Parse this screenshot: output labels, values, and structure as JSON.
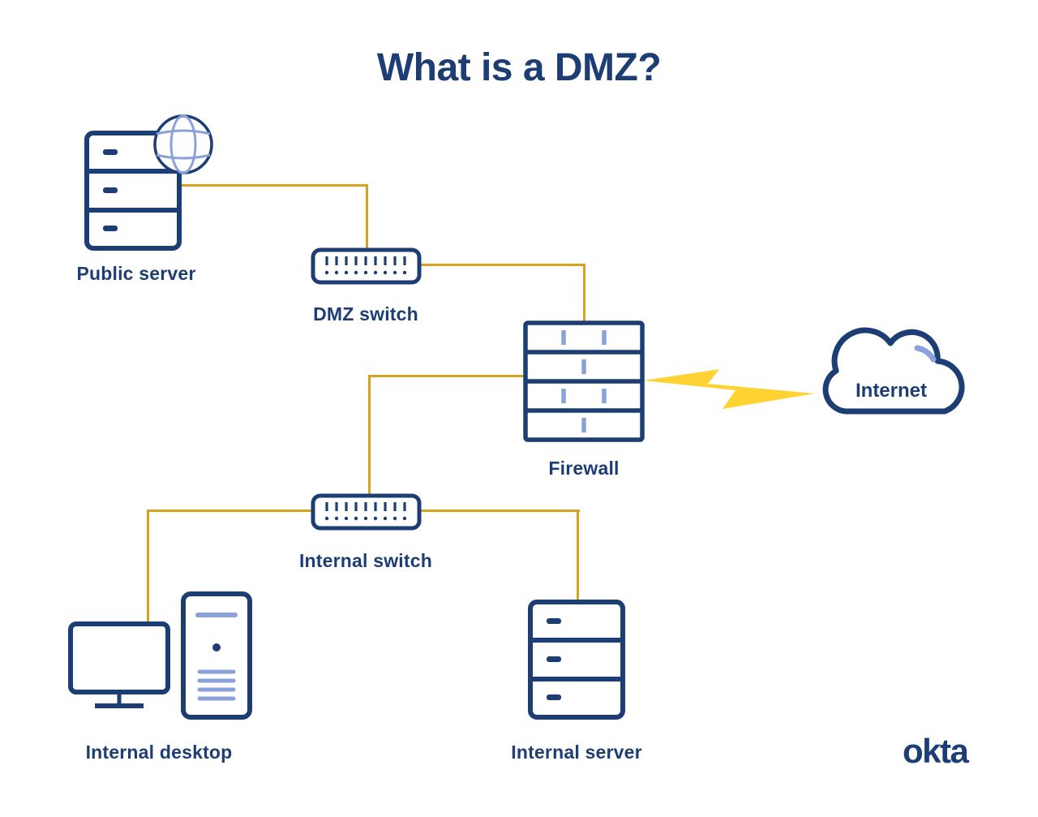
{
  "title": "What is a DMZ?",
  "diagram": {
    "nodes": [
      {
        "id": "public-server",
        "label": "Public server"
      },
      {
        "id": "dmz-switch",
        "label": "DMZ switch"
      },
      {
        "id": "firewall",
        "label": "Firewall"
      },
      {
        "id": "internet",
        "label": "Internet"
      },
      {
        "id": "internal-switch",
        "label": "Internal switch"
      },
      {
        "id": "internal-desktop",
        "label": "Internal desktop"
      },
      {
        "id": "internal-server",
        "label": "Internal server"
      }
    ],
    "connections": [
      {
        "from": "public-server",
        "to": "dmz-switch",
        "style": "solid"
      },
      {
        "from": "dmz-switch",
        "to": "firewall",
        "style": "solid"
      },
      {
        "from": "firewall",
        "to": "internal-switch",
        "style": "solid"
      },
      {
        "from": "firewall",
        "to": "internet",
        "style": "lightning"
      },
      {
        "from": "internal-switch",
        "to": "internal-desktop",
        "style": "solid"
      },
      {
        "from": "internal-switch",
        "to": "internal-server",
        "style": "solid"
      }
    ]
  },
  "icons": {
    "public_server": "server-icon",
    "globe": "globe-icon",
    "dmz_switch": "switch-icon",
    "firewall": "firewall-icon",
    "internet_cloud": "cloud-icon",
    "lightning": "lightning-bolt-icon",
    "monitor": "monitor-icon",
    "tower": "desktop-tower-icon",
    "internal_switch": "switch-icon",
    "internal_server": "server-icon"
  },
  "branding": {
    "logo_text": "okta"
  },
  "colors": {
    "navy": "#1c3e75",
    "periwinkle": "#8ba1d9",
    "connector_gold": "#d7a21d",
    "lightning_yellow": "#ffd234",
    "background": "#ffffff"
  }
}
